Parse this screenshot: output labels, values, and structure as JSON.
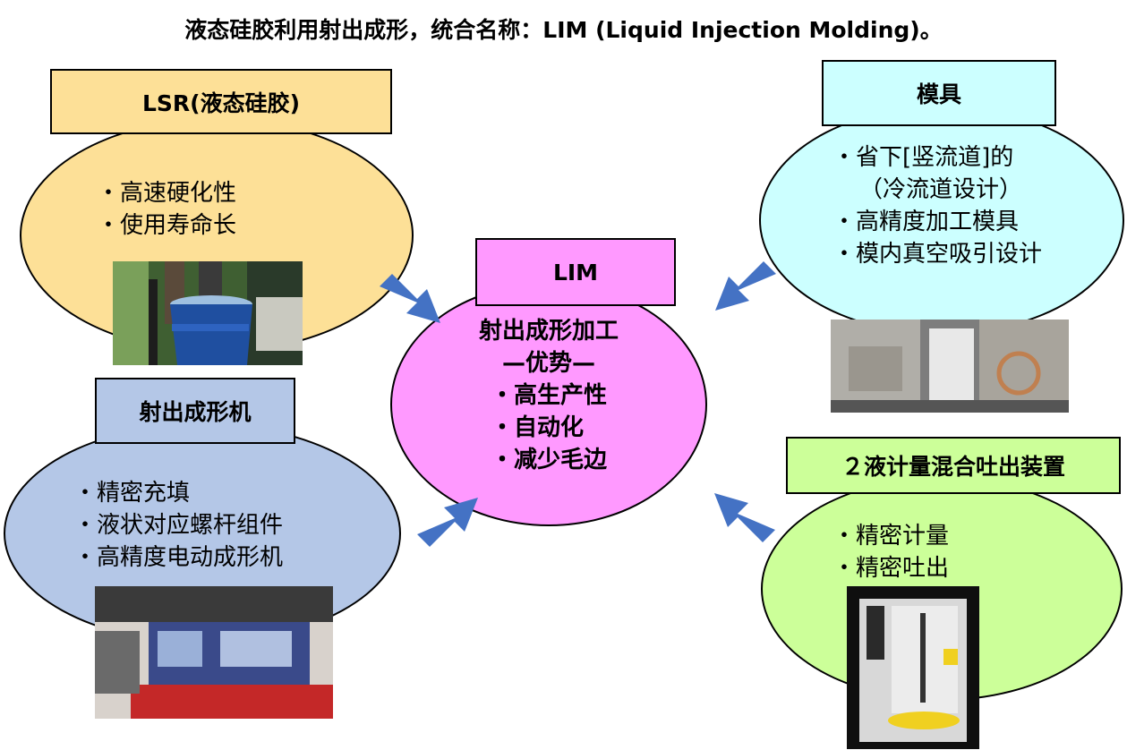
{
  "title": "液态硅胶利用射出成形，统合名称：LIM (Liquid Injection Molding)。",
  "center": {
    "label": "LIM",
    "heading_1": "射出成形加工",
    "heading_2": "—优势—",
    "items": [
      "・高生产性",
      "・自动化",
      "・减少毛边"
    ]
  },
  "lsr": {
    "label": "LSR(液态硅胶)",
    "items": [
      "・高速硬化性",
      "・使用寿命长"
    ]
  },
  "mold": {
    "label": "模具",
    "items": [
      "・省下[竖流道]的",
      "（冷流道设计）",
      "・高精度加工模具",
      "・模内真空吸引设计"
    ]
  },
  "machine": {
    "label": "射出成形机",
    "items": [
      "・精密充填",
      "・液状对应螺杆组件",
      "・高精度电动成形机"
    ]
  },
  "meter": {
    "label": "２液计量混合吐出装置",
    "items": [
      "・精密计量",
      "・精密吐出"
    ]
  },
  "colors": {
    "lsr": "#fde097",
    "mold": "#ccffff",
    "machine": "#b4c7e7",
    "meter": "#ccff99",
    "center": "#ff99ff",
    "arrow": "#4472c4"
  }
}
